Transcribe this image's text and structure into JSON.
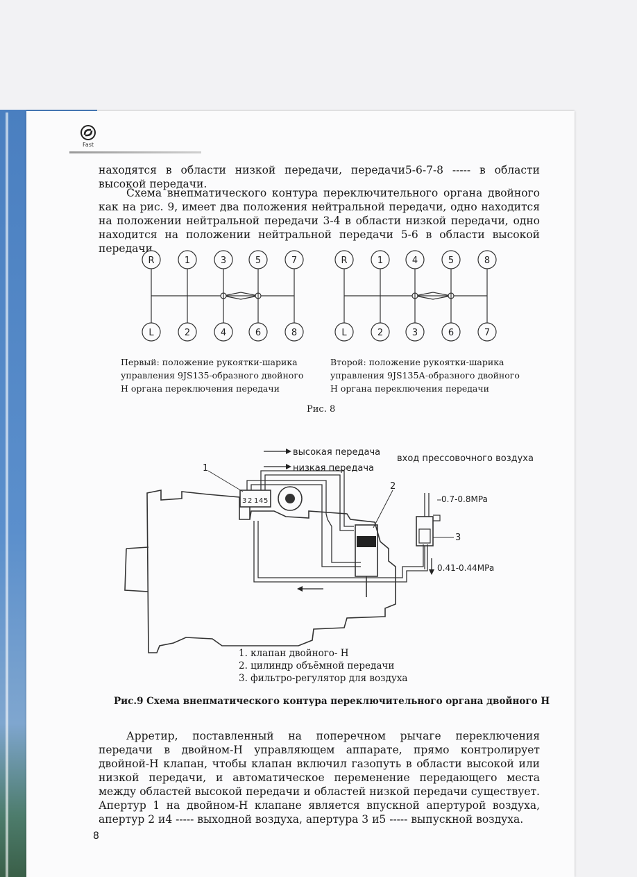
{
  "header": {
    "logo_text": "Fast"
  },
  "text": {
    "para1": "находятся в области низкой передачи, передачи5-6-7-8 ----- в области высокой передачи.",
    "para2": "Схема внепматического контура переключительного органа двойного как на рис. 9, имеет два положения нейтральной передачи, одно находится на положении нейтральной передачи 3-4 в области низкой передачи, одно находится на положении нейтральной передачи 5-6 в области высокой передачи.",
    "para3": "Арретир, поставленный на поперечном рычаге переключения передачи в двойном-Н управляющем аппарате, прямо контролирует двойной-Н клапан, чтобы клапан включил газопуть в области высокой или низкой передачи, и автоматическое переменение передающего места между областей высокой передачи и областей низкой передачи существует. Апертур 1 на двойном-Н клапане является впускной апертурой воздуха, апертур 2 и4 ----- выходной воздуха, апертура 3 и5 ----- выпускной воздуха."
  },
  "fig8": {
    "left": {
      "top_labels": [
        "R",
        "1",
        "3",
        "5",
        "7"
      ],
      "bottom_labels": [
        "L",
        "2",
        "4",
        "6",
        "8"
      ],
      "caption_lines": [
        "Первый: положение рукоятки-шарика",
        "управления 9JS135-образного двойного",
        "Н органа переключения передачи"
      ]
    },
    "right": {
      "top_labels": [
        "R",
        "1",
        "4",
        "5",
        "8"
      ],
      "bottom_labels": [
        "L",
        "2",
        "3",
        "6",
        "7"
      ],
      "caption_lines": [
        "Второй: положение рукоятки-шарика",
        "управления 9JS135А-образного двойного",
        "Н органа переключения передачи"
      ]
    },
    "title": "Рис. 8"
  },
  "fig9": {
    "labels": {
      "high_gear": "высокая передача",
      "low_gear": "низкая передача",
      "air_inlet": "вход прессовочного воздуха",
      "pressure_high": "0.7-0.8MPa",
      "pressure_low": "0.41-0.44MPa",
      "callout_1": "1",
      "callout_2": "2",
      "callout_3": "3",
      "port_3": "3",
      "port_2": "2",
      "port_1": "1",
      "port_4": "4",
      "port_5": "5"
    },
    "legend": [
      "1. клапан двойного- Н",
      "2. цилиндр объёмной передачи",
      "3. фильтро-регулятор для воздуха"
    ],
    "title": "Рис.9  Схема внепматического контура переключительного органа двойного Н"
  },
  "footer": {
    "page_number": "8"
  }
}
